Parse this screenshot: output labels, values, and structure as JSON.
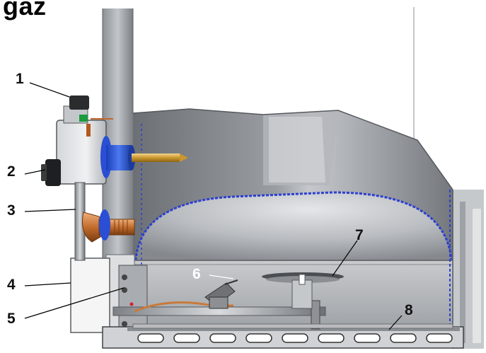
{
  "title": "gaz",
  "labels": {
    "l1": "1",
    "l2": "2",
    "l3": "3",
    "l4": "4",
    "l5": "5",
    "l6": "6",
    "l7": "7",
    "l8": "8"
  }
}
